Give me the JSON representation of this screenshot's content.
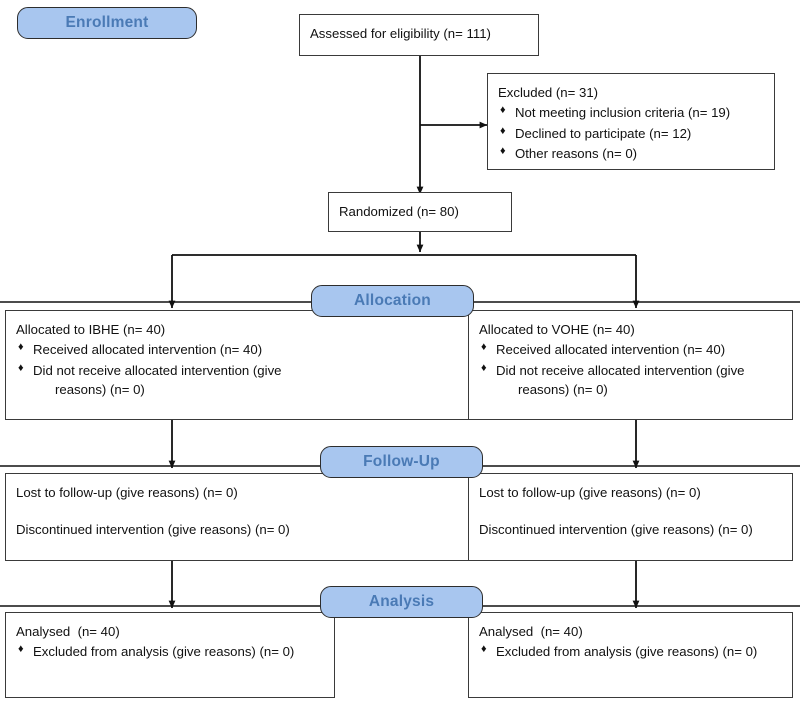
{
  "title": "CONSORT participant flow diagram",
  "colors": {
    "badge_fill": "#a8c6ef",
    "badge_text": "#4a7ab5",
    "badge_border": "#2d2d2d",
    "box_border": "#3a3a3a",
    "box_fill": "#ffffff",
    "text": "#111111",
    "connector": "#111111"
  },
  "bullet_glyph": "♦",
  "stages": {
    "enrollment": "Enrollment",
    "allocation": "Allocation",
    "followup": "Follow-Up",
    "analysis": "Analysis"
  },
  "nodes": {
    "assessed": {
      "text": "Assessed for eligibility (n= 111)"
    },
    "excluded": {
      "heading": "Excluded (n= 31)",
      "bullets": [
        "Not meeting inclusion criteria (n= 19)",
        "Declined to participate (n= 12)",
        "Other reasons (n= 0)"
      ]
    },
    "randomized": {
      "text": "Randomized (n= 80)"
    },
    "alloc_left": {
      "heading": "Allocated to IBHE (n= 40)",
      "bullets": [
        "Received allocated intervention (n= 40)",
        "Did not receive allocated intervention (give"
      ],
      "bullet_wrap": "reasons) (n= 0)"
    },
    "alloc_right": {
      "heading": "Allocated to VOHE (n= 40)",
      "bullets": [
        "Received allocated intervention (n= 40)",
        "Did not receive allocated intervention (give"
      ],
      "bullet_wrap": "reasons) (n= 0)"
    },
    "follow_left": {
      "line1": "Lost to follow-up (give reasons) (n= 0)",
      "line2": "Discontinued intervention (give reasons) (n= 0)"
    },
    "follow_right": {
      "line1": "Lost to follow-up (give reasons) (n= 0)",
      "line2": "Discontinued intervention (give reasons) (n= 0)"
    },
    "analysis_left": {
      "heading": "Analysed  (n= 40)",
      "bullets": [
        "Excluded from analysis (give reasons) (n= 0)"
      ]
    },
    "analysis_right": {
      "heading": "Analysed  (n= 40)",
      "bullets": [
        "Excluded from analysis (give reasons) (n= 0)"
      ]
    }
  }
}
